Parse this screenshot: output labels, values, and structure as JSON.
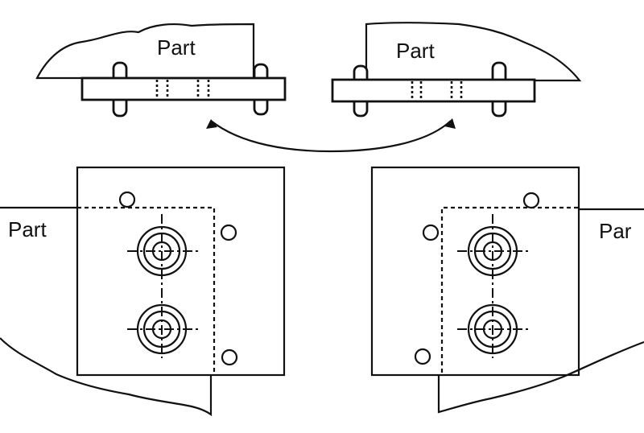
{
  "labels": {
    "top_left_part": "Part",
    "top_right_part": "Part",
    "bottom_left_part": "Part",
    "bottom_right_part": "Par"
  }
}
